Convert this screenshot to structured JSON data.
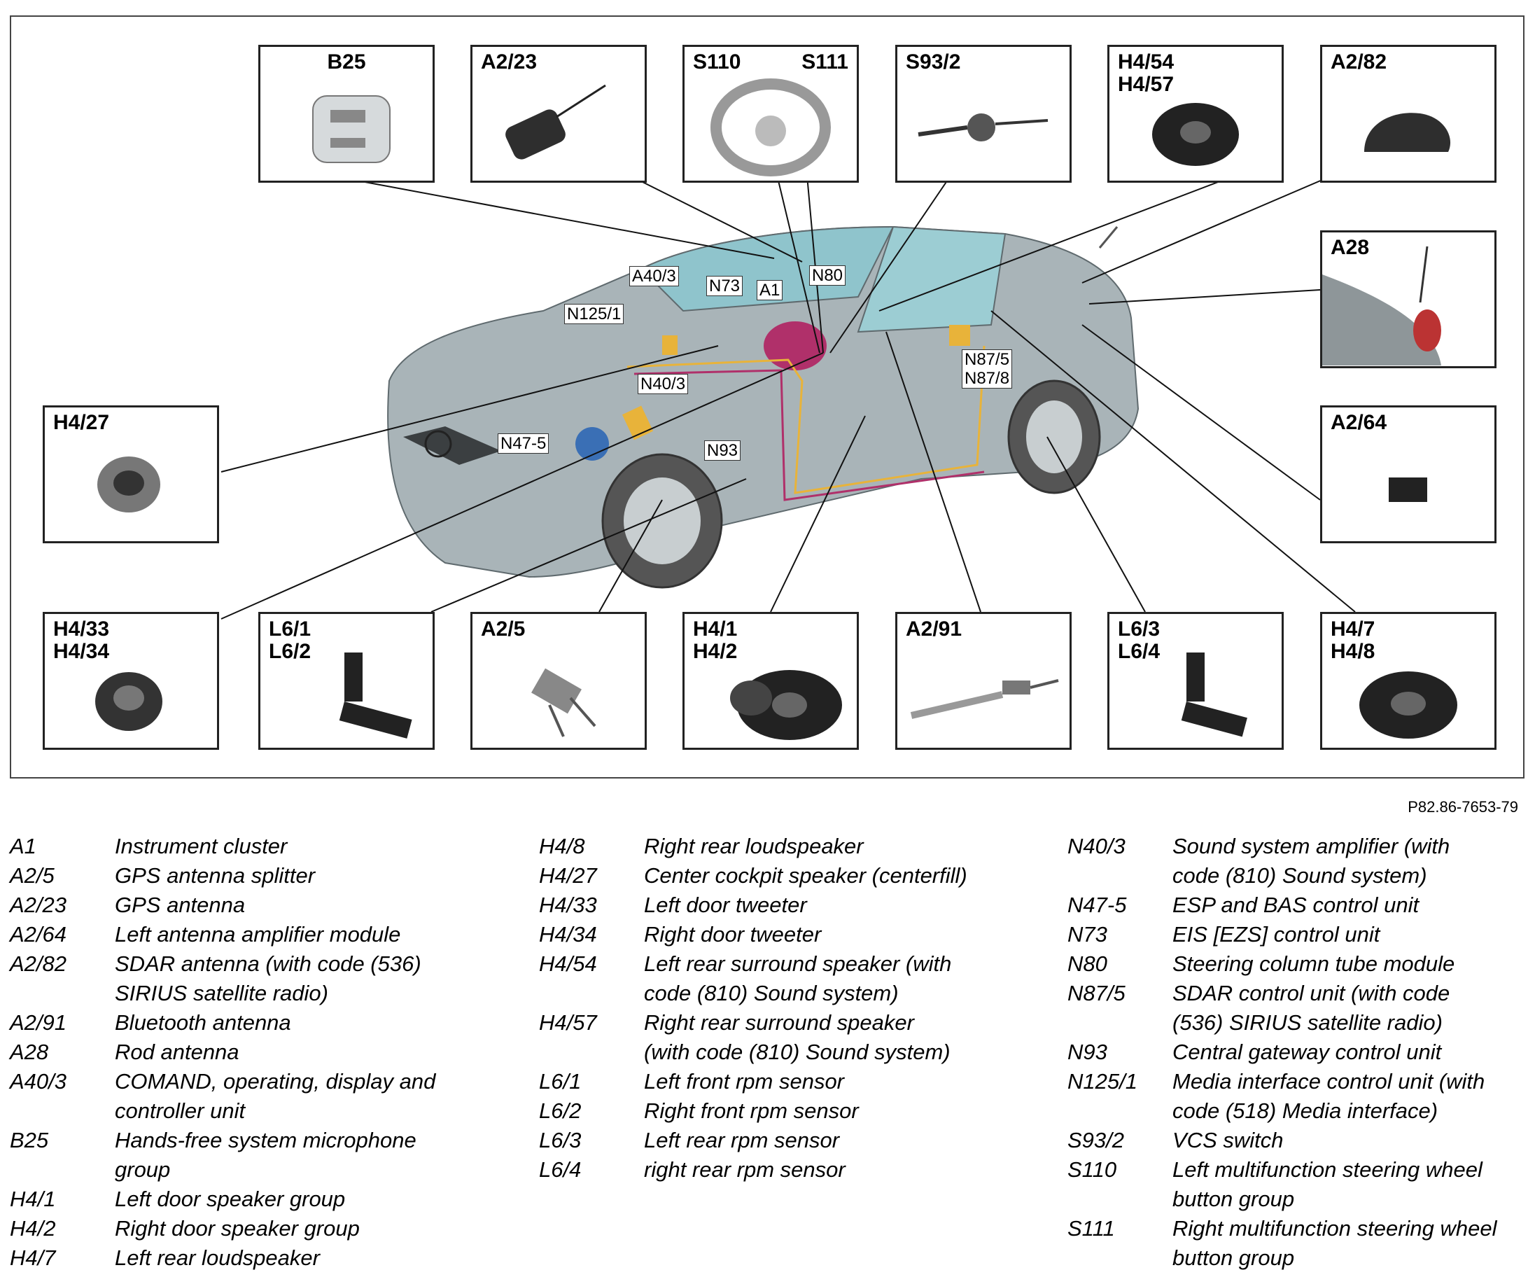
{
  "diagram": {
    "reference": "P82.86-7653-79",
    "boxes": {
      "b25": "B25",
      "a2_23": "A2/23",
      "s110": "S110",
      "s111": "S111",
      "s93_2": "S93/2",
      "h4_54_57": "H4/54\nH4/57",
      "a2_82": "A2/82",
      "a28": "A28",
      "a2_64": "A2/64",
      "h4_27": "H4/27",
      "h4_33_34": "H4/33\nH4/34",
      "l6_1_2": "L6/1\nL6/2",
      "a2_5": "A2/5",
      "h4_1_2": "H4/1\nH4/2",
      "a2_91": "A2/91",
      "l6_3_4": "L6/3\nL6/4",
      "h4_7_8": "H4/7\nH4/8"
    },
    "callouts": {
      "a40_3": "A40/3",
      "n73": "N73",
      "a1": "A1",
      "n80": "N80",
      "n125_1": "N125/1",
      "n40_3": "N40/3",
      "n47_5": "N47-5",
      "n93": "N93",
      "n87": "N87/5\nN87/8"
    },
    "colors": {
      "car_body": "#a9b4b8",
      "glass": "#8fc4cc",
      "component_yellow": "#e8b33a",
      "component_magenta": "#b0306a",
      "component_blue": "#3a6fb5"
    }
  },
  "legend": {
    "col1": [
      {
        "code": "A1",
        "desc": "Instrument cluster"
      },
      {
        "code": "A2/5",
        "desc": "GPS antenna splitter"
      },
      {
        "code": "A2/23",
        "desc": "GPS antenna"
      },
      {
        "code": "A2/64",
        "desc": "Left antenna amplifier module"
      },
      {
        "code": "A2/82",
        "desc": "SDAR antenna (with code (536)\nSIRIUS satellite radio)"
      },
      {
        "code": "A2/91",
        "desc": "Bluetooth antenna"
      },
      {
        "code": "A28",
        "desc": "Rod antenna"
      },
      {
        "code": "A40/3",
        "desc": "COMAND, operating, display and\ncontroller unit"
      },
      {
        "code": "B25",
        "desc": "Hands-free system microphone\ngroup"
      },
      {
        "code": "H4/1",
        "desc": "Left door speaker group"
      },
      {
        "code": "H4/2",
        "desc": "Right door speaker group"
      },
      {
        "code": "H4/7",
        "desc": "Left rear loudspeaker"
      }
    ],
    "col2": [
      {
        "code": "H4/8",
        "desc": "Right rear loudspeaker"
      },
      {
        "code": "H4/27",
        "desc": "Center cockpit speaker (centerfill)"
      },
      {
        "code": "H4/33",
        "desc": "Left door tweeter"
      },
      {
        "code": "H4/34",
        "desc": "Right door tweeter"
      },
      {
        "code": "H4/54",
        "desc": "Left rear surround speaker (with\ncode (810) Sound system)"
      },
      {
        "code": "H4/57",
        "desc": "Right rear surround speaker\n(with code (810) Sound system)"
      },
      {
        "code": "L6/1",
        "desc": "Left front rpm sensor"
      },
      {
        "code": "L6/2",
        "desc": "Right front rpm sensor"
      },
      {
        "code": "L6/3",
        "desc": "Left rear rpm sensor"
      },
      {
        "code": "L6/4",
        "desc": "right rear rpm sensor"
      }
    ],
    "col3": [
      {
        "code": "N40/3",
        "desc": "Sound system amplifier (with\ncode (810) Sound system)"
      },
      {
        "code": "N47-5",
        "desc": "ESP and BAS control unit"
      },
      {
        "code": "N73",
        "desc": "EIS [EZS] control unit"
      },
      {
        "code": "N80",
        "desc": "Steering column tube module"
      },
      {
        "code": "N87/5",
        "desc": "SDAR control unit (with code\n(536) SIRIUS satellite radio)"
      },
      {
        "code": "N93",
        "desc": "Central gateway control unit"
      },
      {
        "code": "N125/1",
        "desc": "Media interface control unit (with\ncode (518) Media interface)"
      },
      {
        "code": "S93/2",
        "desc": "VCS switch"
      },
      {
        "code": "S110",
        "desc": "Left multifunction steering wheel\nbutton group"
      },
      {
        "code": "S111",
        "desc": "Right multifunction steering wheel\nbutton group"
      }
    ]
  }
}
